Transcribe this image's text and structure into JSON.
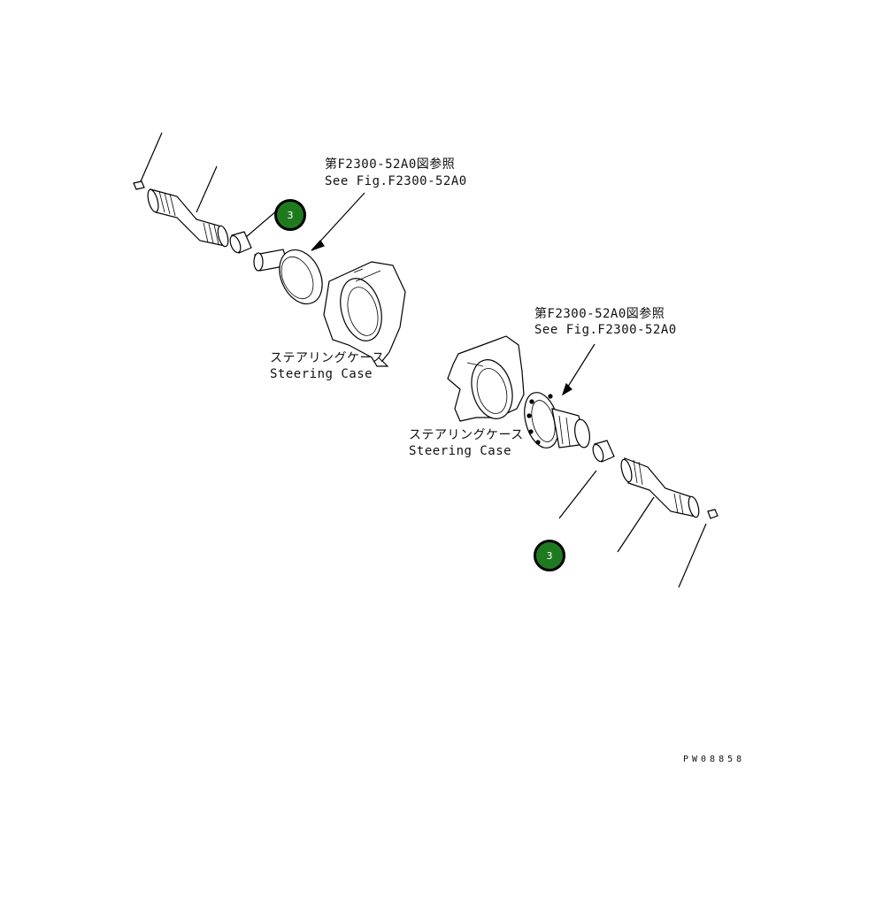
{
  "labels": {
    "ref_upper_jp": "第F2300-52A0図参照",
    "ref_upper_en": "See Fig.F2300-52A0",
    "ref_lower_jp": "第F2300-52A0図参照",
    "ref_lower_en": "See Fig.F2300-52A0",
    "case_left_jp": "ステアリングケース",
    "case_left_en": "Steering Case",
    "case_right_jp": "ステアリングケース",
    "case_right_en": "Steering Case",
    "figure_code": "PW08858"
  },
  "callouts": [
    {
      "id": "callout-upper",
      "number": "3"
    },
    {
      "id": "callout-lower",
      "number": "3"
    }
  ],
  "colors": {
    "callout_fill": "#1f7a1f",
    "line": "#000000",
    "background": "#ffffff"
  }
}
